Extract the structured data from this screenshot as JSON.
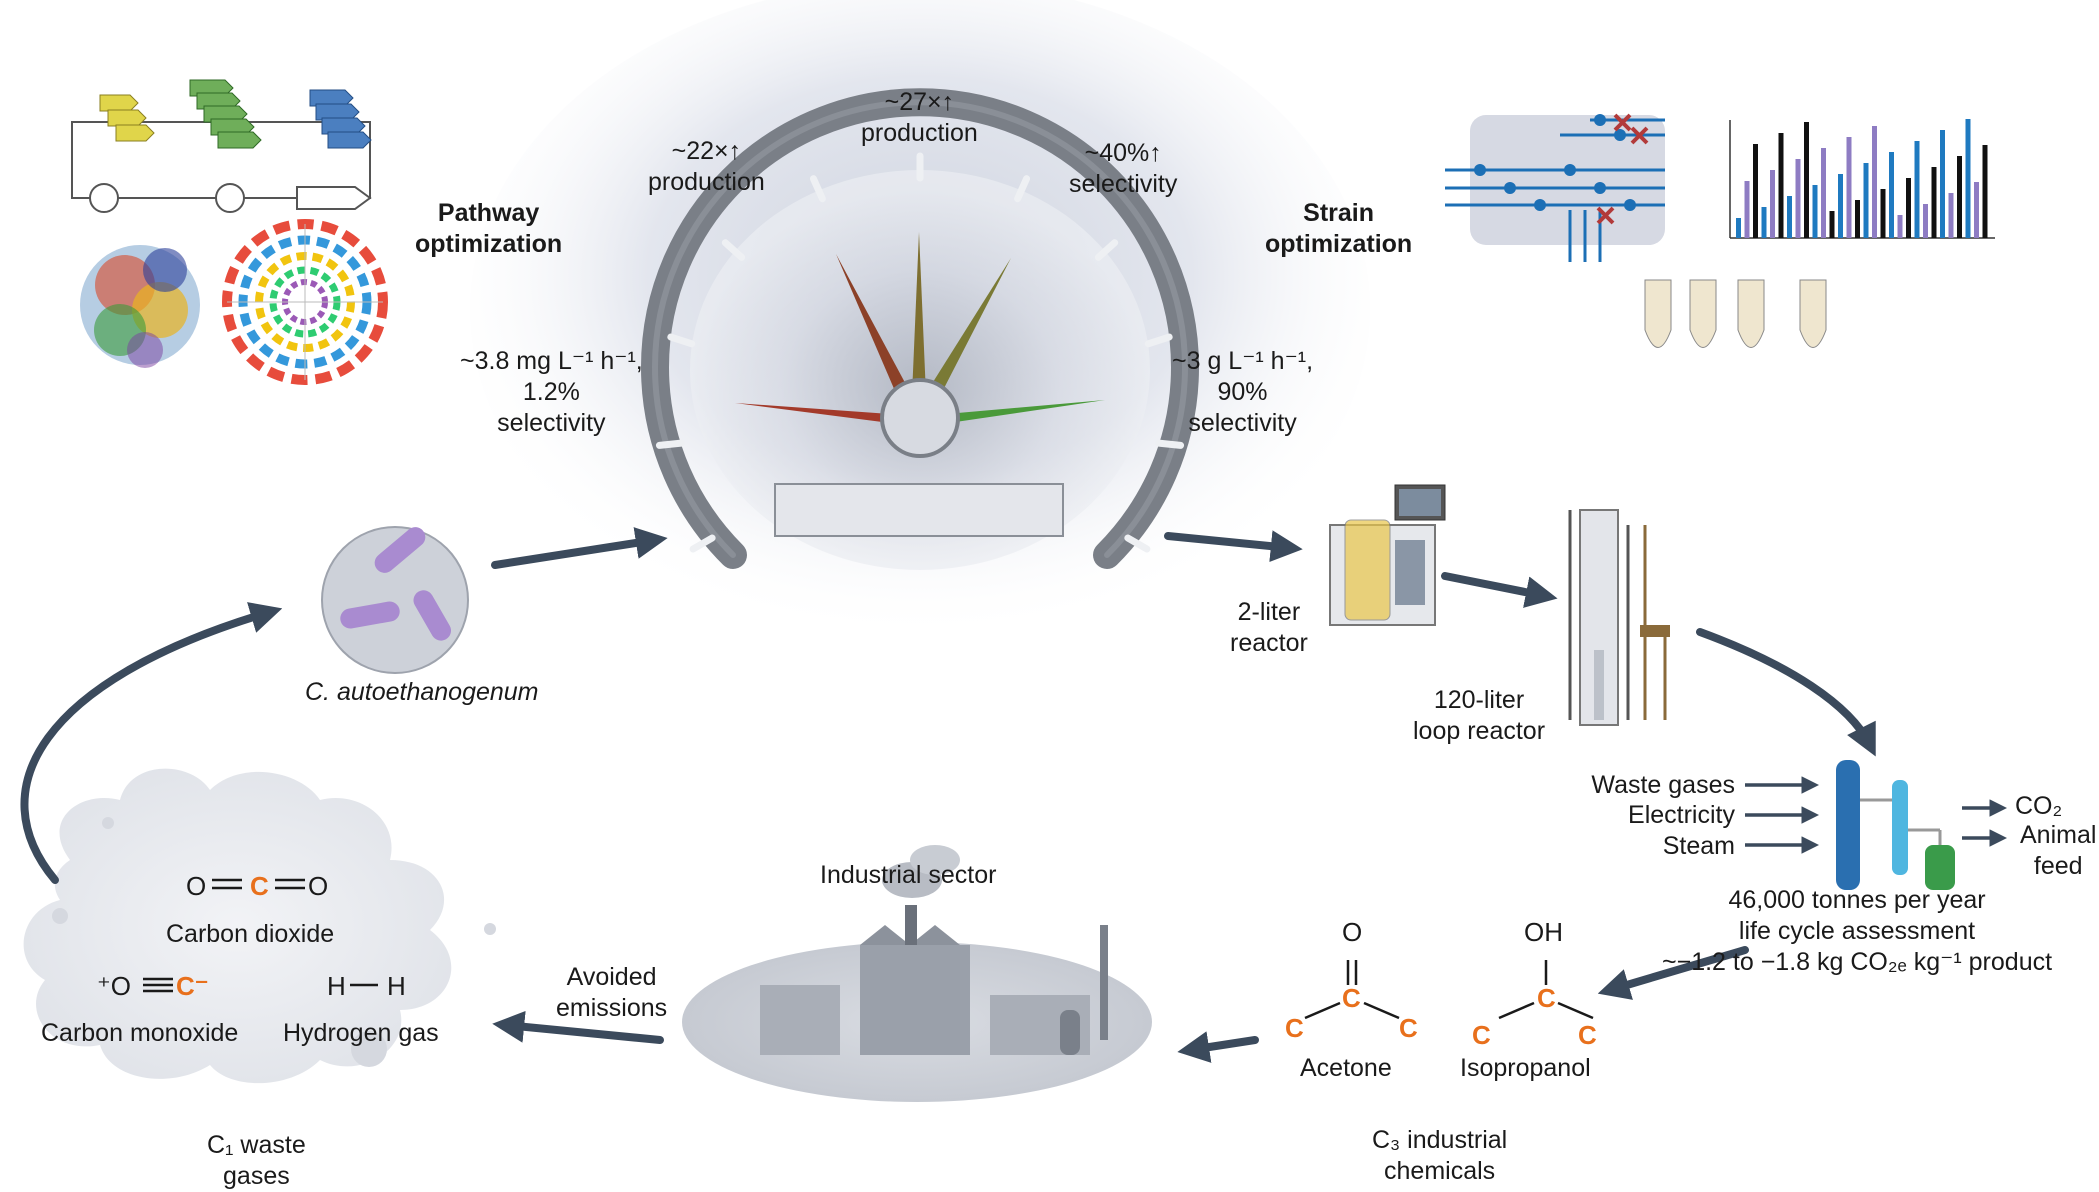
{
  "pathway": {
    "title": "Pathway\noptimization"
  },
  "strain": {
    "title": "Strain\noptimization"
  },
  "gauge": {
    "left_value": "~3.8 mg L⁻¹ h⁻¹,\n1.2%\nselectivity",
    "right_value": "~3 g L⁻¹ h⁻¹,\n90%\nselectivity",
    "improvement_1": "~22×↑\nproduction",
    "improvement_2": "~27×↑\nproduction",
    "improvement_3": "~40%↑\nselectivity"
  },
  "organism": "C. autoethanogenum",
  "reactors": {
    "small": "2-liter\nreactor",
    "loop": "120-liter\nloop reactor"
  },
  "plant": {
    "inputs": [
      "Waste gases",
      "Electricity",
      "Steam"
    ],
    "outputs": [
      "CO₂",
      "Animal\nfeed"
    ],
    "lca": "46,000 tonnes per year\nlife cycle assessment\n~−1.2 to −1.8 kg CO₂ₑ kg⁻¹ product"
  },
  "chemicals": {
    "acetone": "Acetone",
    "isopropanol": "Isopropanol",
    "acetone_o": "O",
    "isopropanol_oh": "OH",
    "carbon": "C",
    "group": "C₃ industrial\nchemicals"
  },
  "industry": {
    "title": "Industrial sector",
    "avoided": "Avoided\nemissions"
  },
  "gases": {
    "co2": "Carbon dioxide",
    "co": "Carbon monoxide",
    "h2": "Hydrogen gas",
    "group": "C₁ waste\ngases",
    "o": "O",
    "h": "H",
    "co_o": "⁺O",
    "co_c": "C⁻"
  },
  "colors": {
    "arrow": "#3b4a5c",
    "orange": "#e8701c",
    "gauge": "#7a7f87",
    "needle_red": "#a33a2a",
    "needle_olive": "#7a7a35",
    "needle_green": "#4a9a3a",
    "bacteria": "#a98bd0"
  }
}
